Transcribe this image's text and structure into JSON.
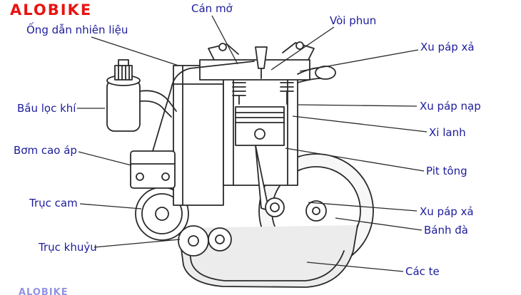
{
  "logo": {
    "text": "ALOBIKE",
    "color": "#e81410"
  },
  "watermark": {
    "text": "ALOBIKE"
  },
  "colors": {
    "label": "#1c1c9c",
    "leader_line": "#2a2a2a",
    "background": "#ffffff"
  },
  "labels": [
    {
      "id": "can-mo",
      "text": "Cán mở"
    },
    {
      "id": "voi-phun",
      "text": "Vòi phun"
    },
    {
      "id": "ong-dan-nhien-lieu",
      "text": "Ống dẫn nhiên liệu"
    },
    {
      "id": "xu-pap-xa-tren",
      "text": "Xu páp xả"
    },
    {
      "id": "bau-loc-khi",
      "text": "Bầu lọc khí"
    },
    {
      "id": "xu-pap-nap",
      "text": "Xu páp nạp"
    },
    {
      "id": "xi-lanh",
      "text": "Xi lanh"
    },
    {
      "id": "bom-cao-ap",
      "text": "Bơm cao áp"
    },
    {
      "id": "pit-tong",
      "text": "Pit tông"
    },
    {
      "id": "truc-cam",
      "text": "Trục cam"
    },
    {
      "id": "xu-pap-xa-duoi",
      "text": "Xu páp xả"
    },
    {
      "id": "banh-da",
      "text": "Bánh đà"
    },
    {
      "id": "truc-khuyu",
      "text": "Trục khuỷu"
    },
    {
      "id": "cac-te",
      "text": "Các te"
    }
  ]
}
